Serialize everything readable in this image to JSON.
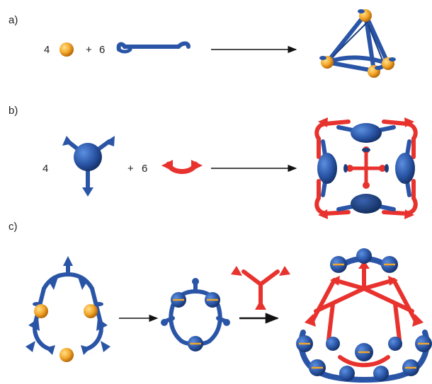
{
  "panels": [
    {
      "label": "a)",
      "count_left": "4",
      "plus": "+",
      "count_right": "6"
    },
    {
      "label": "b)",
      "count_left": "4",
      "plus": "+",
      "count_right": "6"
    },
    {
      "label": "c)"
    }
  ],
  "colors": {
    "blue": "#2a55a6",
    "dark_blue": "#1c3d7c",
    "red": "#e8322e",
    "orange": "#f2a629",
    "arrow": "#111111"
  },
  "icons": [
    "metal-ion-sphere",
    "bis-chelating-ligand",
    "tritopic-ligand",
    "tetrahedral-cage",
    "cubic-cage",
    "helicate-cage"
  ]
}
